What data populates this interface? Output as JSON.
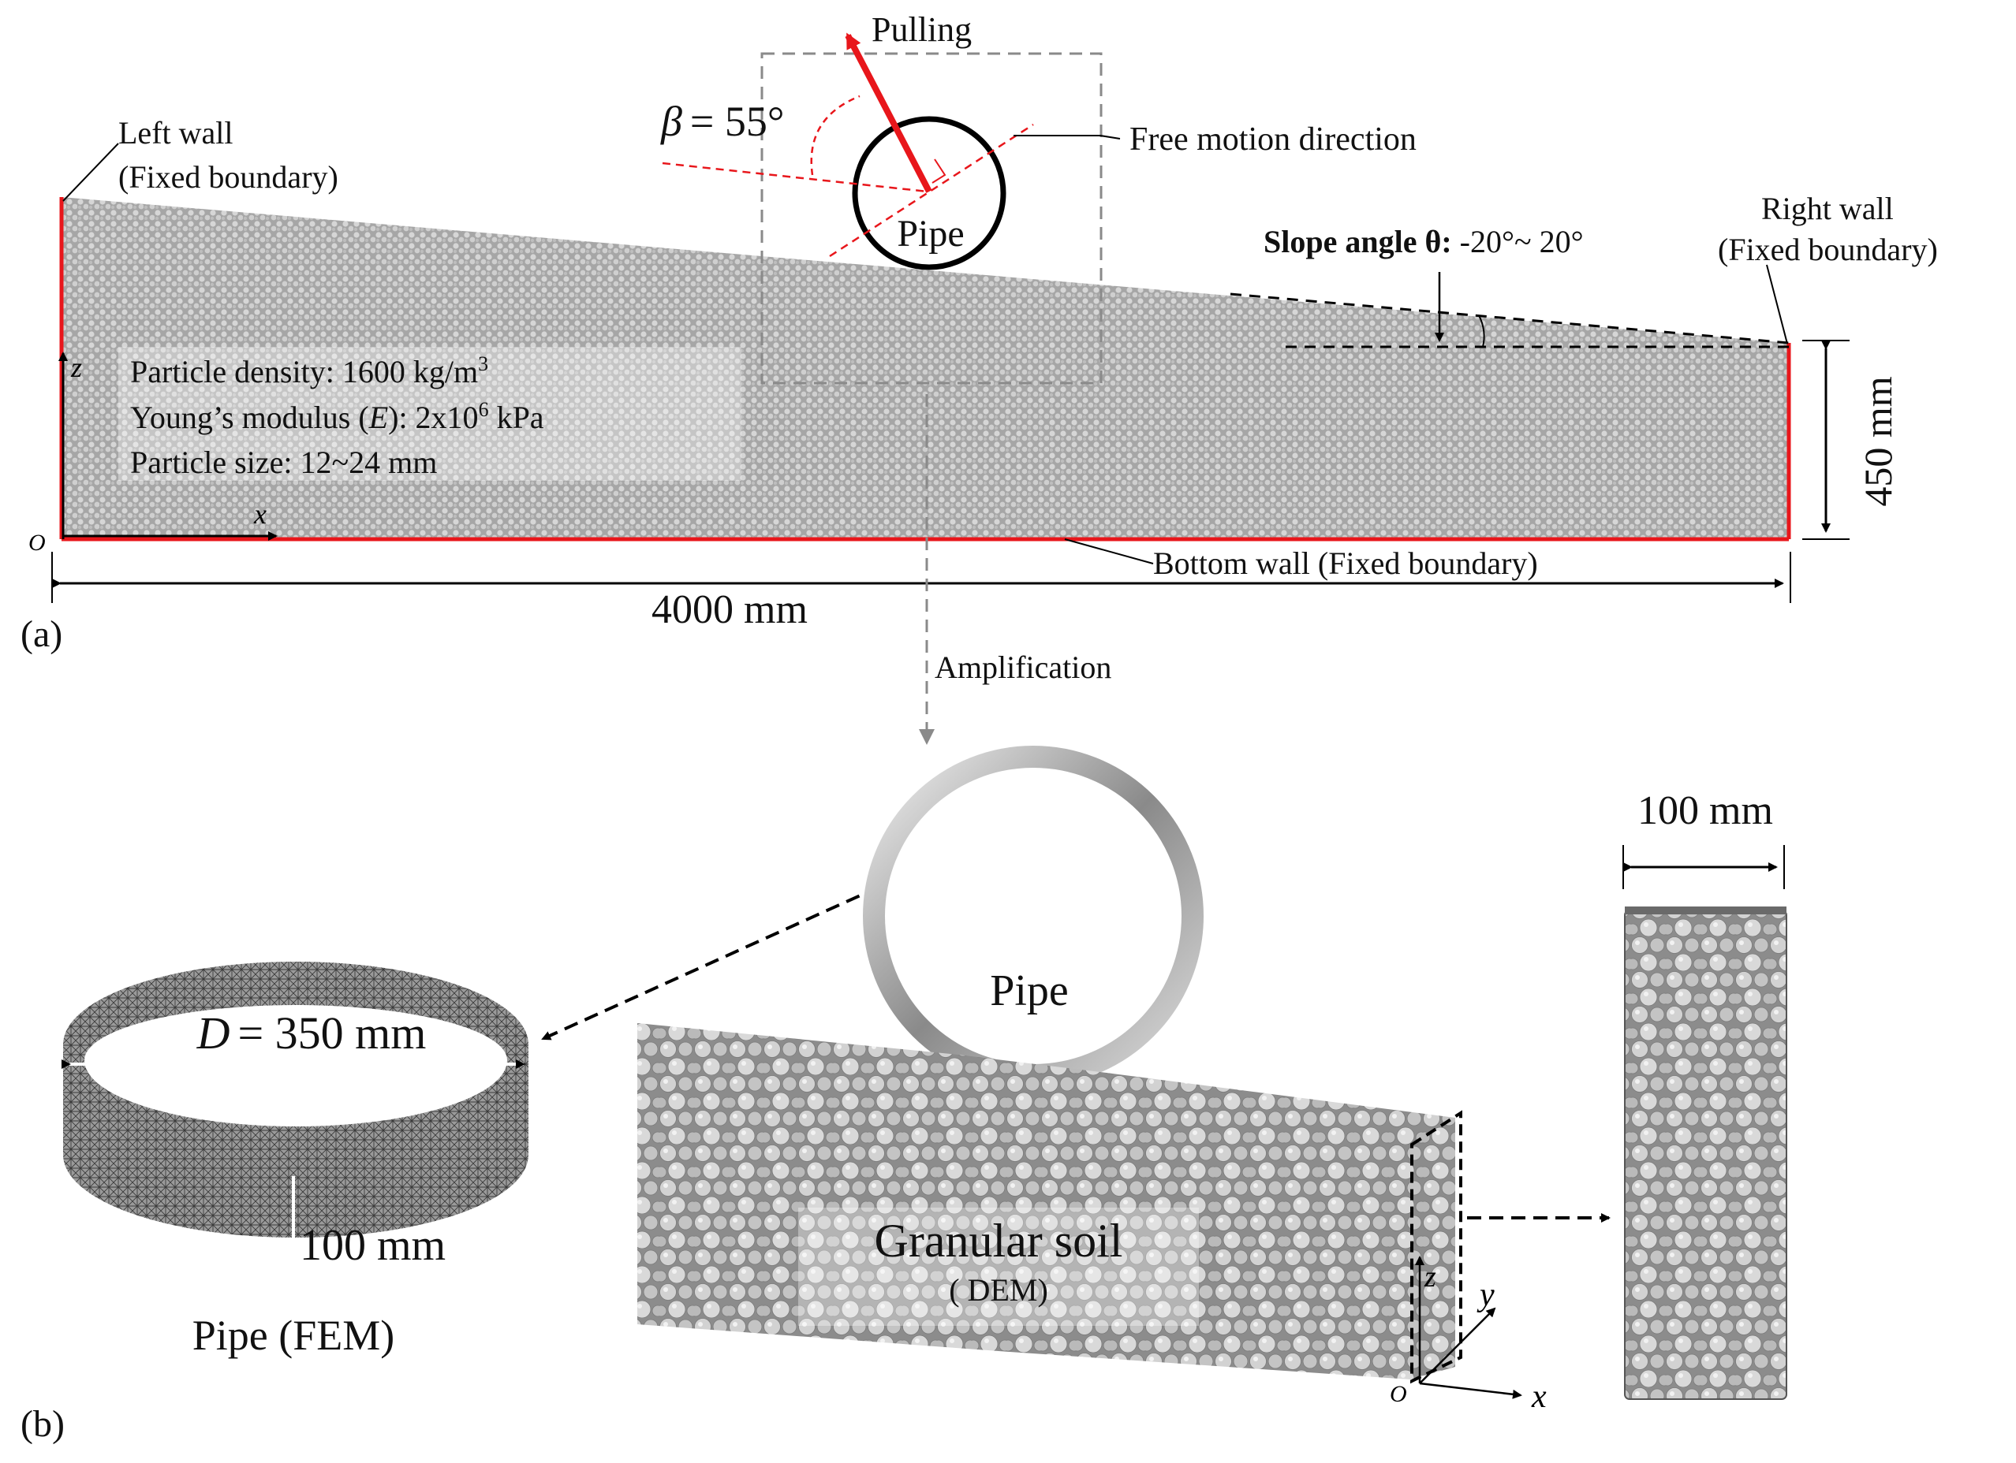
{
  "panel_a": {
    "label": "(a)",
    "pulling": "Pulling",
    "beta_symbol": "β",
    "beta_value": "= 55°",
    "free_motion": "Free motion direction",
    "pipe": "Pipe",
    "left_wall": "Left wall",
    "left_wall_sub": "(Fixed boundary)",
    "right_wall": "Right wall",
    "right_wall_sub": "(Fixed boundary)",
    "slope_label_bold": "Slope angle θ:",
    "slope_range": "-20°~ 20°",
    "height_dim": "450 mm",
    "width_dim": "4000 mm",
    "bottom_wall": "Bottom wall (Fixed boundary)",
    "amplification": "Amplification",
    "axis_z": "z",
    "axis_x": "x",
    "axis_o": "O",
    "props": {
      "density_label": "Particle density: 1600 kg/m",
      "density_sup": "3",
      "modulus_label": "Young’s modulus (",
      "modulus_E": "E",
      "modulus_mid": "): 2x10",
      "modulus_sup": "6",
      "modulus_unit": " kPa",
      "size": "Particle size: 12~24 mm"
    }
  },
  "panel_b": {
    "label": "(b)",
    "diameter_symbol": "D",
    "diameter_value": "= 350 mm",
    "ring_height": "100 mm",
    "pipe_fem": "Pipe (FEM)",
    "pipe": "Pipe",
    "soil": "Granular soil",
    "soil_sub": "( DEM)",
    "slice_width": "100 mm",
    "axis_z": "z",
    "axis_y": "y",
    "axis_x": "x",
    "axis_o": "O"
  },
  "colors": {
    "boundary_red": "#e8161b",
    "particle_fill": "#9a9a9a",
    "dashed_box": "#8a8a8a"
  }
}
